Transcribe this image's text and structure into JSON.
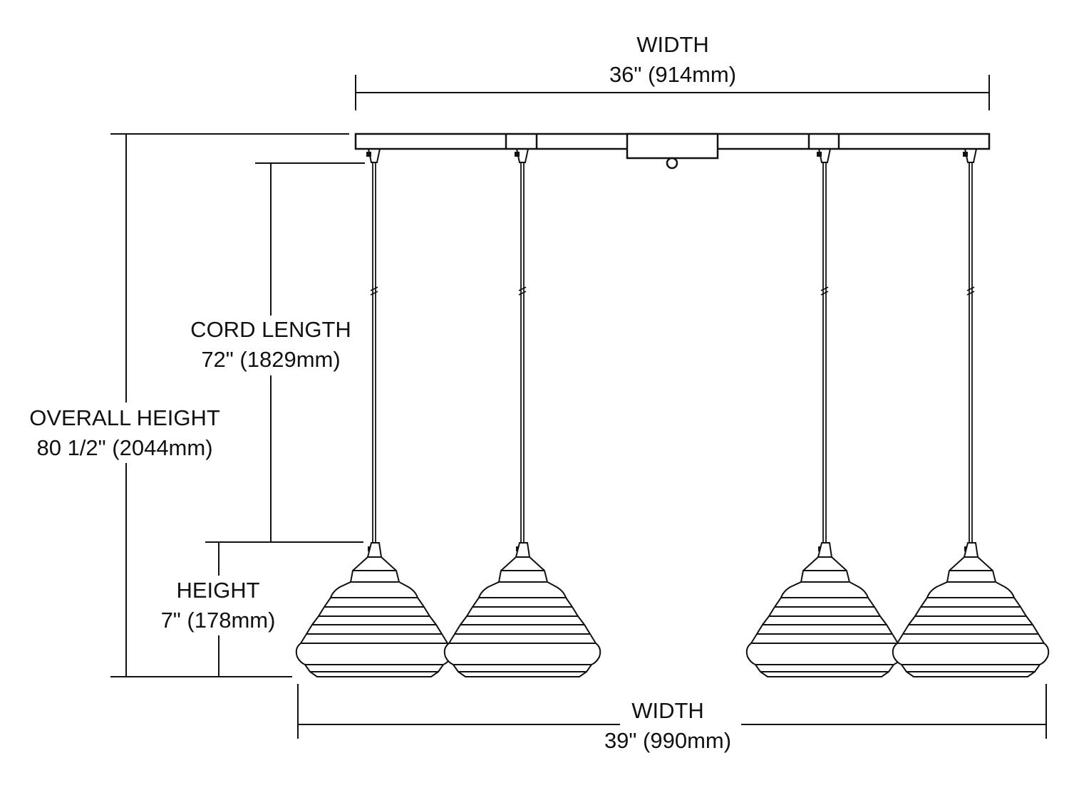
{
  "dimensions": {
    "top_width": {
      "label": "WIDTH",
      "value": "36\" (914mm)"
    },
    "bottom_width": {
      "label": "WIDTH",
      "value": "39\" (990mm)"
    },
    "overall_height": {
      "label": "OVERALL HEIGHT",
      "value": "80 1/2\" (2044mm)"
    },
    "cord_length": {
      "label": "CORD LENGTH",
      "value": "72\" (1829mm)"
    },
    "height": {
      "label": "HEIGHT",
      "value": "7\" (178mm)"
    }
  },
  "pendant_count": 4,
  "colors": {
    "line": "#111111",
    "background": "#ffffff"
  }
}
